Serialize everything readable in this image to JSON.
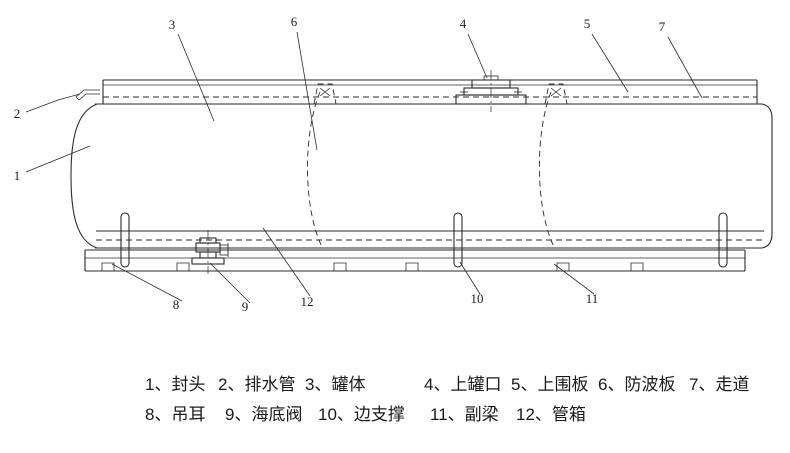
{
  "page": {
    "background": "#ffffff",
    "line_color": "#2b2b2b"
  },
  "callouts": [
    "1",
    "2",
    "3",
    "4",
    "5",
    "6",
    "7",
    "8",
    "9",
    "10",
    "11",
    "12"
  ],
  "legend": {
    "row1": [
      "1、封头",
      "2、排水管",
      "3、罐体",
      "4、上罐口",
      "5、上围板",
      "6、防波板",
      "7、走道"
    ],
    "row2": [
      "8、吊耳",
      "9、海底阀",
      "10、边支撑",
      "11、副梁",
      "12、管箱"
    ]
  }
}
